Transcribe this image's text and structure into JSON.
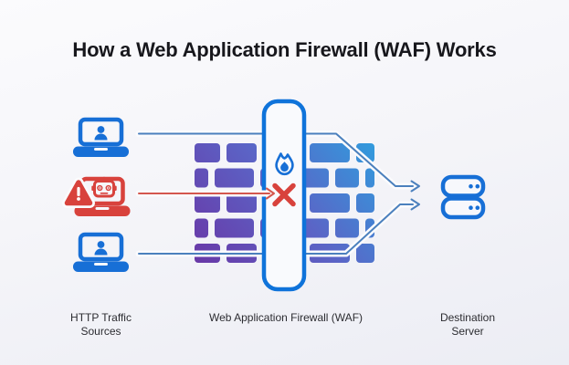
{
  "title": "How a Web Application Firewall (WAF) Works",
  "nodes": {
    "sources": {
      "line1": "HTTP Traffic",
      "line2": "Sources"
    },
    "waf": {
      "label": "Web Application Firewall (WAF)"
    },
    "destination": {
      "line1": "Destination",
      "line2": "Server"
    }
  },
  "flows": [
    {
      "from": "legitimate-user-laptop-top",
      "through": "waf",
      "to": "destination-server",
      "status": "allowed"
    },
    {
      "from": "malicious-bot-laptop",
      "through": "waf",
      "to": "blocked-at-waf",
      "status": "blocked"
    },
    {
      "from": "legitimate-user-laptop-bottom",
      "through": "waf",
      "to": "destination-server",
      "status": "allowed"
    }
  ],
  "icons": {
    "clean_client": "laptop-user-icon",
    "malicious_client": "laptop-bot-warning-icon",
    "waf_badge": "flame-icon",
    "blocked": "blocked-x-icon",
    "server": "server-stack-icon"
  },
  "colors": {
    "icon_blue": "#176fd6",
    "pill_border_blue": "#0f73da",
    "alert_red": "#d8423c",
    "line_blue": "#4b80bd",
    "line_red": "#d4574e",
    "wall_gradient_start": "#6a35a5",
    "wall_gradient_mid": "#5b64c6",
    "wall_gradient_end": "#2ba4e1",
    "title_color": "#17171c",
    "label_color": "#2c2c31"
  }
}
